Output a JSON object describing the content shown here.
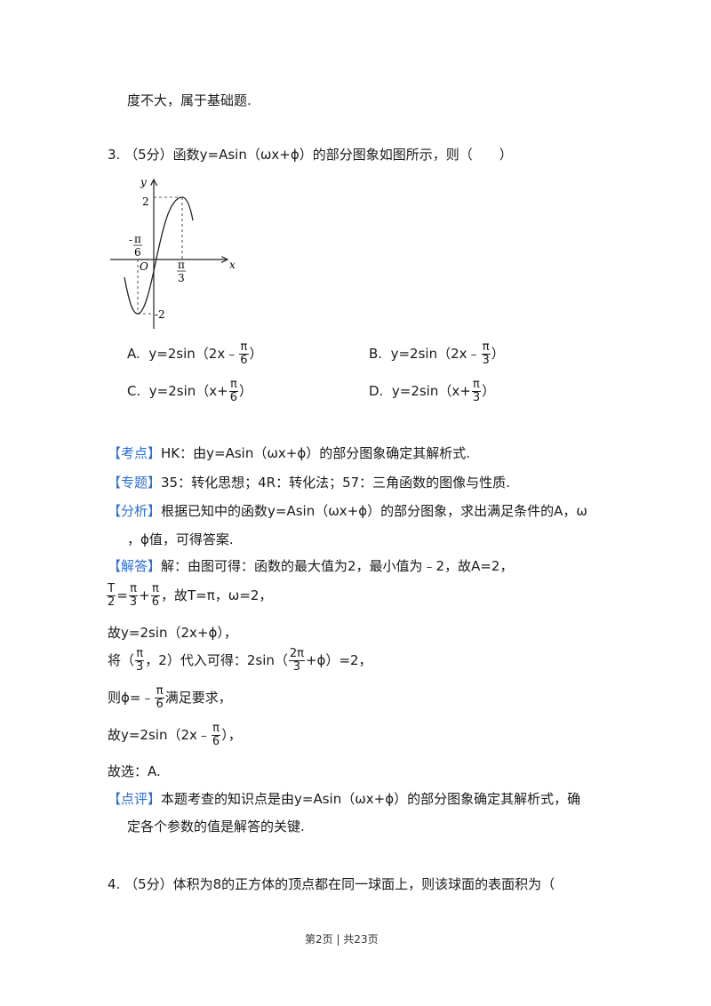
{
  "prev_answer_tail": "度不大，属于基础题.",
  "q3": {
    "stem": "3.  （5分）函数y=Asin（ωx+ϕ）的部分图象如图所示，则（　　）",
    "figure": {
      "y_label": "y",
      "x_label": "x",
      "origin_label": "O",
      "max_label": "2",
      "min_label": "-2",
      "left_tick": {
        "sign": "-",
        "num": "π",
        "den": "6"
      },
      "right_tick": {
        "num": "π",
        "den": "3"
      }
    },
    "options": [
      {
        "letter": "A.",
        "pre": "y=2sin（2x﹣",
        "num": "π",
        "den": "6",
        "post": "）"
      },
      {
        "letter": "B.",
        "pre": "y=2sin（2x﹣",
        "num": "π",
        "den": "3",
        "post": "）"
      },
      {
        "letter": "C.",
        "pre": "y=2sin（x+",
        "num": "π",
        "den": "6",
        "post": "）"
      },
      {
        "letter": "D.",
        "pre": "y=2sin（x+",
        "num": "π",
        "den": "3",
        "post": "）"
      }
    ],
    "kaodian": {
      "tag": "【考点】",
      "text": "HK：由y=Asin（ωx+ϕ）的部分图象确定其解析式."
    },
    "zhuanti": {
      "tag": "【专题】",
      "text": "35：转化思想；4R：转化法；57：三角函数的图像与性质."
    },
    "fenxi": {
      "tag": "【分析】",
      "line1": "根据已知中的函数y=Asin（ωx+ϕ）的部分图象，求出满足条件的A，ω",
      "line2": "，ϕ值，可得答案."
    },
    "jieda": {
      "tag": "【解答】",
      "line1": "解：由图可得：函数的最大值为2，最小值为﹣2，故A=2，",
      "line2": {
        "f1n": "T",
        "f1d": "2",
        "eq": "=",
        "f2n": "π",
        "f2d": "3",
        "plus": "+",
        "f3n": "π",
        "f3d": "6",
        "tail": "，故T=π，ω=2，"
      },
      "line3": "故y=2sin（2x+ϕ），",
      "line4": {
        "pre": "将（",
        "fn": "π",
        "fd": "3",
        "mid": "，2）代入可得：2sin（",
        "gn": "2π",
        "gd": "3",
        "tail": "+ϕ）=2，"
      },
      "line5": {
        "pre": "则ϕ=﹣",
        "fn": "π",
        "fd": "6",
        "tail": "满足要求，"
      },
      "line6": {
        "pre": "故y=2sin（2x﹣",
        "fn": "π",
        "fd": "6",
        "tail": "），"
      },
      "line7": "故选：A."
    },
    "dianping": {
      "tag": "【点评】",
      "line1": "本题考查的知识点是由y=Asin（ωx+ϕ）的部分图象确定其解析式，确",
      "line2": "定各个参数的值是解答的关键."
    }
  },
  "q4": {
    "stem": "4.  （5分）体积为8的正方体的顶点都在同一球面上，则该球面的表面积为（"
  },
  "footer": "第2页 | 共23页"
}
